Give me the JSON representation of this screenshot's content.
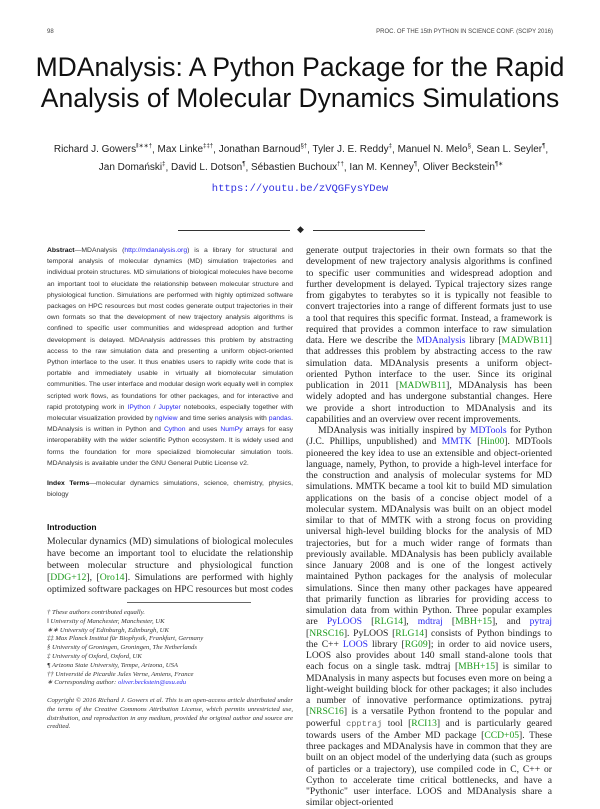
{
  "header": {
    "page_number": "98",
    "conference": "PROC. OF THE 15th PYTHON IN SCIENCE CONF. (SCIPY 2016)"
  },
  "title": "MDAnalysis: A Python Package for the Rapid Analysis of Molecular Dynamics Simulations",
  "authors": [
    {
      "name": "Richard J. Gowers",
      "mark": "‖∗∗†"
    },
    {
      "name": "Max Linke",
      "mark": "‡‡†"
    },
    {
      "name": "Jonathan Barnoud",
      "mark": "§†"
    },
    {
      "name": "Tyler J. E. Reddy",
      "mark": "‡"
    },
    {
      "name": "Manuel N. Melo",
      "mark": "§"
    },
    {
      "name": "Sean L. Seyler",
      "mark": "¶"
    },
    {
      "name": "Jan Domański",
      "mark": "‡"
    },
    {
      "name": "David L. Dotson",
      "mark": "¶"
    },
    {
      "name": "Sébastien Buchoux",
      "mark": "††"
    },
    {
      "name": "Ian M. Kenney",
      "mark": "¶"
    },
    {
      "name": "Oliver Beckstein",
      "mark": "¶∗"
    }
  ],
  "video_url": "https://youtu.be/zVQGFysYDew",
  "divider_glyph": "◆",
  "abstract": [
    {
      "k": "bold",
      "t": "Abstract"
    },
    {
      "t": "—MDAnalysis ("
    },
    {
      "k": "link",
      "t": "http://mdanalysis.org"
    },
    {
      "t": ") is a library for structural and temporal analysis of molecular dynamics (MD) simulation trajectories and individual protein structures. MD simulations of biological molecules have become an important tool to elucidate the relationship between molecular structure and physiological function. Simulations are performed with highly optimized software packages on HPC resources but most codes generate output trajectories in their own formats so that the development of new trajectory analysis algorithms is confined to specific user communities and widespread adoption and further development is delayed. MDAnalysis addresses this problem by abstracting access to the raw simulation data and presenting a uniform object-oriented Python interface to the user. It thus enables users to rapidly write code that is portable and immediately usable in virtually all biomolecular simulation communities. The user interface and modular design work equally well in complex scripted work flows, as foundations for other packages, and for interactive and rapid prototyping work in "
    },
    {
      "k": "link",
      "t": "IPython"
    },
    {
      "t": " / "
    },
    {
      "k": "link",
      "t": "Jupyter"
    },
    {
      "t": " notebooks, especially together with molecular visualization provided by "
    },
    {
      "k": "link",
      "t": "nglview"
    },
    {
      "t": " and time series analysis with "
    },
    {
      "k": "link",
      "t": "pandas"
    },
    {
      "t": ". MDAnalysis is written in Python and "
    },
    {
      "k": "link",
      "t": "Cython"
    },
    {
      "t": " and uses "
    },
    {
      "k": "link",
      "t": "NumPy"
    },
    {
      "t": " arrays for easy interoperability with the wider scientific Python ecosystem. It is widely used and forms the foundation for more specialized biomolecular simulation tools. MDAnalysis is available under the GNU General Public License v2."
    }
  ],
  "index_terms": [
    {
      "k": "bold",
      "t": "Index Terms"
    },
    {
      "t": "—molecular dynamics simulations, science, chemistry, physics, biology"
    }
  ],
  "introduction": {
    "heading": "Introduction",
    "p1": [
      {
        "t": "Molecular dynamics (MD) simulations of biological molecules have become an important tool to elucidate the relationship between molecular structure and physiological function ["
      },
      {
        "k": "cite",
        "t": "DDG+12"
      },
      {
        "t": "], ["
      },
      {
        "k": "cite",
        "t": "Oro14"
      },
      {
        "t": "]. Simulations are performed with highly optimized software packages on HPC resources but most codes generate output trajectories in their own formats so that the development of new trajectory analysis algorithms is confined to specific user communities and widespread adoption and further development is delayed. Typical trajectory sizes range from gigabytes to terabytes so it is typically not feasible to convert trajectories into a range of different formats just to use a tool that requires this specific format. Instead, a framework is required that provides a common interface to raw simulation data. Here we describe the "
      },
      {
        "k": "link",
        "t": "MDAnalysis"
      },
      {
        "t": " library ["
      },
      {
        "k": "cite",
        "t": "MADWB11"
      },
      {
        "t": "] that addresses this problem by abstracting access to the raw simulation data. MDAnalysis presents a uniform object-oriented Python interface to the user. Since its original publication in 2011 ["
      },
      {
        "k": "cite",
        "t": "MADWB11"
      },
      {
        "t": "], MDAnalysis has been widely adopted and has undergone substantial changes. Here we provide a short introduction to MDAnalysis and its capabilities and an overview over recent improvements."
      }
    ],
    "p2": [
      {
        "t": "MDAnalysis was initially inspired by "
      },
      {
        "k": "link",
        "t": "MDTools"
      },
      {
        "t": " for Python (J.C. Phillips, unpublished) and "
      },
      {
        "k": "link",
        "t": "MMTK"
      },
      {
        "t": " ["
      },
      {
        "k": "cite",
        "t": "Hin00"
      },
      {
        "t": "]. MDTools pioneered the key idea to use an extensible and object-oriented language, namely, Python, to provide a high-level interface for the construction and analysis of molecular systems for MD simulations. MMTK became a tool kit to build MD simulation applications on the basis of a concise object model of a molecular system. MDAnalysis was built on an object model similar to that of MMTK with a strong focus on providing universal high-level building blocks for the analysis of MD trajectories, but for a much wider range of formats than previously available. MDAnalysis has been publicly available since January 2008 and is one of the longest actively maintained Python packages for the analysis of molecular simulations. Since then many other packages have appeared that primarily function as libraries for providing access to simulation data from within Python. Three popular examples are "
      },
      {
        "k": "link",
        "t": "PyLOOS"
      },
      {
        "t": " ["
      },
      {
        "k": "cite",
        "t": "RLG14"
      },
      {
        "t": "], "
      },
      {
        "k": "link",
        "t": "mdtraj"
      },
      {
        "t": " ["
      },
      {
        "k": "cite",
        "t": "MBH+15"
      },
      {
        "t": "], and "
      },
      {
        "k": "link",
        "t": "pytraj"
      },
      {
        "t": " ["
      },
      {
        "k": "cite",
        "t": "NRSC16"
      },
      {
        "t": "]. PyLOOS ["
      },
      {
        "k": "cite",
        "t": "RLG14"
      },
      {
        "t": "] consists of Python bindings to the C++ "
      },
      {
        "k": "link",
        "t": "LOOS"
      },
      {
        "t": " library ["
      },
      {
        "k": "cite",
        "t": "RG09"
      },
      {
        "t": "]; in order to aid novice users, LOOS also provides about 140 small stand-alone tools that each focus on a single task. mdtraj ["
      },
      {
        "k": "cite",
        "t": "MBH+15"
      },
      {
        "t": "] is similar to MDAnalysis in many aspects but focuses even more on being a light-weight building block for other packages; it also includes a number of innovative performance optimizations. pytraj ["
      },
      {
        "k": "cite",
        "t": "NRSC16"
      },
      {
        "t": "] is a versatile Python frontend to the popular and powerful "
      },
      {
        "k": "code",
        "t": "cpptraj"
      },
      {
        "t": " tool ["
      },
      {
        "k": "cite",
        "t": "RCI13"
      },
      {
        "t": "] and is particularly geared towards users of the Amber MD package ["
      },
      {
        "k": "cite",
        "t": "CCD+05"
      },
      {
        "t": "]. These three packages and MDAnalysis have in common that they are built on an object model of the underlying data (such as groups of particles or a trajectory), use compiled code in C, C++ or Cython to accelerate time critical bottlenecks, and have a \"Pythonic\" user interface. LOOS and MDAnalysis share a similar object-oriented"
      }
    ]
  },
  "footnotes": [
    [
      {
        "t": "† These authors contributed equally."
      }
    ],
    [
      {
        "t": "‖ University of Manchester, Manchester, UK"
      }
    ],
    [
      {
        "t": "∗∗ University of Edinburgh, Edinburgh, UK"
      }
    ],
    [
      {
        "t": "‡‡ Max Planck Institut für Biophysik, Frankfurt, Germany"
      }
    ],
    [
      {
        "t": "§ University of Groningen, Groningen, The Netherlands"
      }
    ],
    [
      {
        "t": "‡ University of Oxford, Oxford, UK"
      }
    ],
    [
      {
        "t": "¶ Arizona State University, Tempe, Arizona, USA"
      }
    ],
    [
      {
        "t": "†† Université de Picardie Jules Verne, Amiens, France"
      }
    ],
    [
      {
        "t": "∗ Corresponding author: "
      },
      {
        "k": "link",
        "t": "oliver.beckstein@asu.edu"
      }
    ]
  ],
  "copyright": "Copyright © 2016 Richard J. Gowers et al. This is an open-access article distributed under the terms of the Creative Commons Attribution License, which permits unrestricted use, distribution, and reproduction in any medium, provided the original author and source are credited.",
  "colors": {
    "link": "#2828f0",
    "cite": "#1d9a1d"
  }
}
